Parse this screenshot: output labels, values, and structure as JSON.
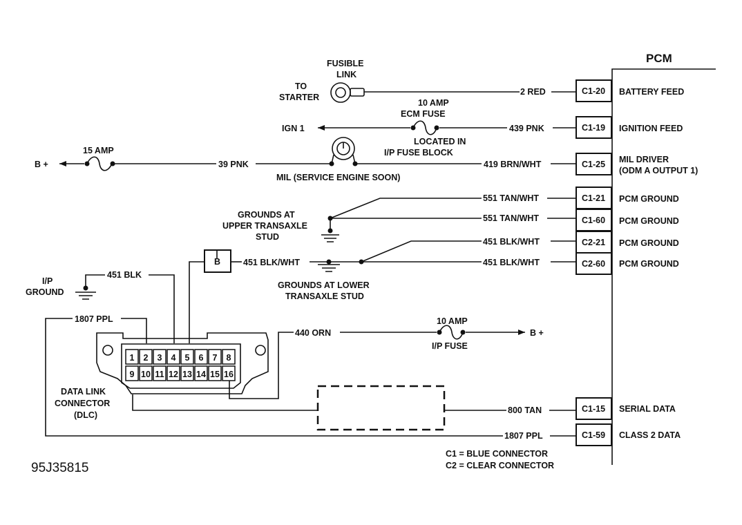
{
  "pcm_title": "PCM",
  "pins": [
    {
      "id": "C1-20",
      "function": "BATTERY FEED",
      "wire": "2 RED"
    },
    {
      "id": "C1-19",
      "function": "IGNITION FEED",
      "wire": "439 PNK"
    },
    {
      "id": "C1-25",
      "function": "MIL DRIVER",
      "function2": "(ODM A OUTPUT 1)",
      "wire": "419 BRN/WHT"
    },
    {
      "id": "C1-21",
      "function": "PCM GROUND",
      "wire": "551 TAN/WHT"
    },
    {
      "id": "C1-60",
      "function": "PCM GROUND",
      "wire": "551 TAN/WHT"
    },
    {
      "id": "C2-21",
      "function": "PCM GROUND",
      "wire": "451 BLK/WHT"
    },
    {
      "id": "C2-60",
      "function": "PCM GROUND",
      "wire": "451 BLK/WHT"
    },
    {
      "id": "C1-15",
      "function": "SERIAL DATA",
      "wire": "800 TAN"
    },
    {
      "id": "C1-59",
      "function": "CLASS 2 DATA",
      "wire": "1807 PPL"
    }
  ],
  "labels": {
    "fusible_link": [
      "FUSIBLE",
      "LINK"
    ],
    "to_starter": [
      "TO",
      "STARTER"
    ],
    "ecm_fuse": [
      "10 AMP",
      "ECM FUSE"
    ],
    "fuse_location": [
      "LOCATED IN",
      "I/P FUSE BLOCK"
    ],
    "ign1": "IGN 1",
    "b_plus": "B +",
    "fuse_15": "15 AMP",
    "wire_39": "39 PNK",
    "mil": "MIL (SERVICE ENGINE SOON)",
    "grounds_upper": [
      "GROUNDS AT",
      "UPPER TRANSAXLE",
      "STUD"
    ],
    "grounds_lower": [
      "GROUNDS AT LOWER",
      "TRANSAXLE STUD"
    ],
    "b_box": "B",
    "wire_451_blk": "451 BLK",
    "ip_ground": [
      "I/P",
      "GROUND"
    ],
    "wire_1807": "1807 PPL",
    "wire_440": "440 ORN",
    "ip_fuse": [
      "10 AMP",
      "I/P FUSE"
    ],
    "b_plus_2": "B +",
    "dlc": [
      "DATA LINK",
      "CONNECTOR",
      "(DLC)"
    ],
    "legend": [
      "C1 = BLUE CONNECTOR",
      "C2 = CLEAR CONNECTOR"
    ],
    "figure_id": "95J35815"
  },
  "dlc_pins_top": [
    "1",
    "2",
    "3",
    "4",
    "5",
    "6",
    "7",
    "8"
  ],
  "dlc_pins_bottom": [
    "9",
    "10",
    "11",
    "12",
    "13",
    "14",
    "15",
    "16"
  ]
}
